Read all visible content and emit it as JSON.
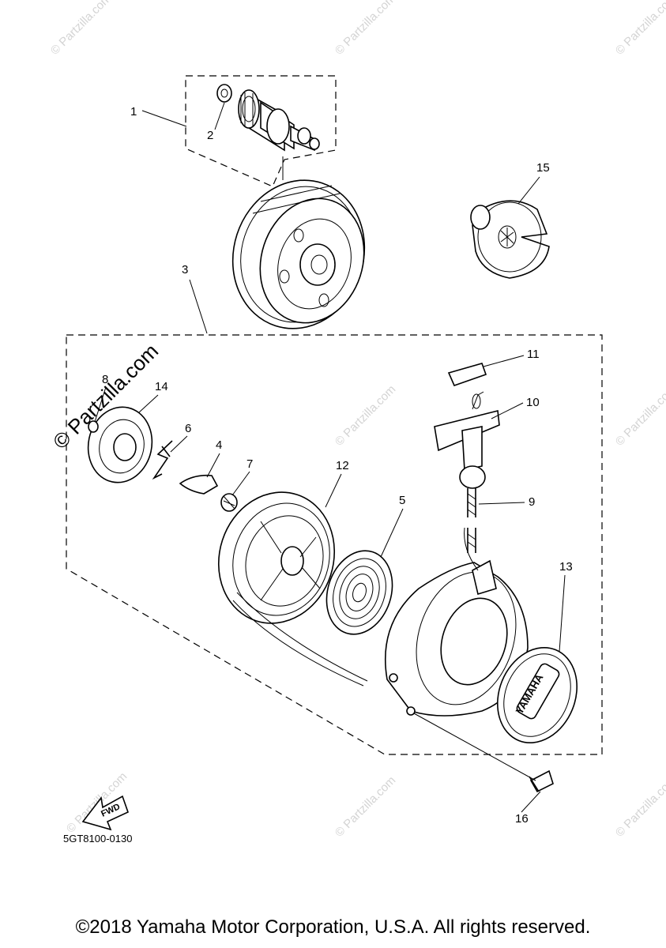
{
  "diagram_code": "5GT8100-0130",
  "copyright": "©2018 Yamaha Motor Corporation, U.S.A. All rights reserved.",
  "fwd_label": "FWD",
  "cover_brand": "YAMAHA",
  "watermark_main": "© Partzilla.com",
  "watermark_small": "© Partzilla.com",
  "callouts": [
    "1",
    "2",
    "3",
    "4",
    "5",
    "6",
    "7",
    "8",
    "9",
    "10",
    "11",
    "12",
    "13",
    "14",
    "15",
    "16"
  ]
}
